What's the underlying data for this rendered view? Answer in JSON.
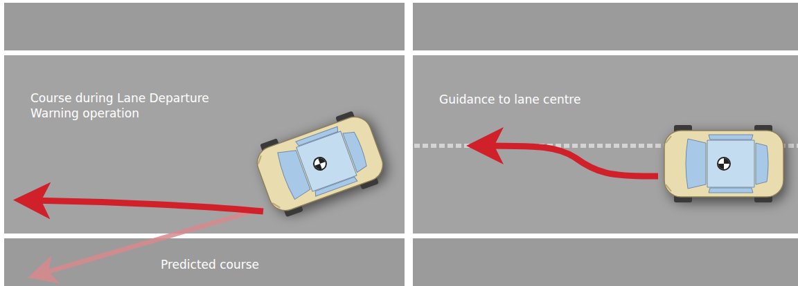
{
  "diagram": {
    "labels": [
      "Course during Lane Departure Warning operation",
      "Predicted course",
      "Guidance to lane centre"
    ]
  }
}
